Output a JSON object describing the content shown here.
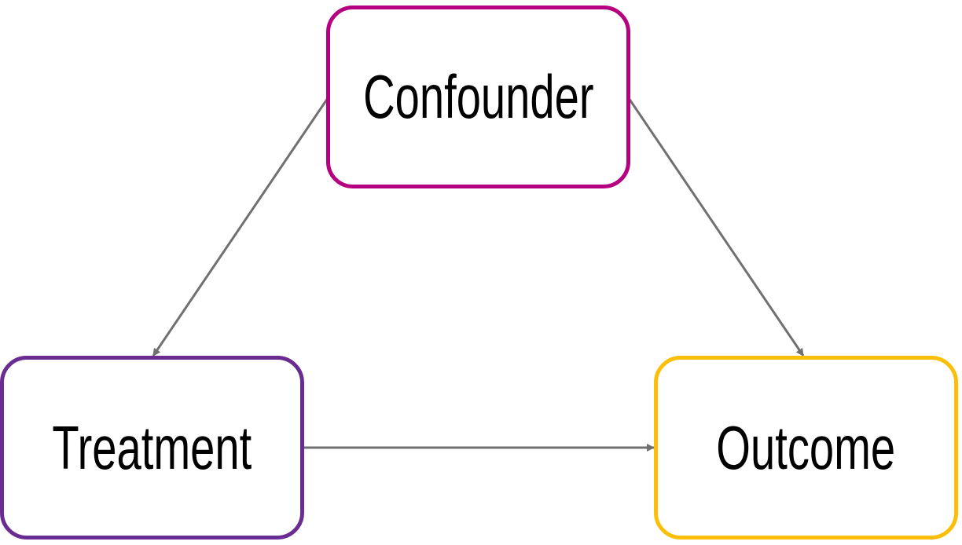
{
  "nodes": {
    "confounder": {
      "label": "Confounder",
      "color": "#b5007f"
    },
    "treatment": {
      "label": "Treatment",
      "color": "#6a2c91"
    },
    "outcome": {
      "label": "Outcome",
      "color": "#fbbf0a"
    }
  },
  "edges": [
    {
      "from": "confounder",
      "to": "treatment"
    },
    {
      "from": "confounder",
      "to": "outcome"
    },
    {
      "from": "treatment",
      "to": "outcome"
    }
  ],
  "edge_color": "#707070"
}
